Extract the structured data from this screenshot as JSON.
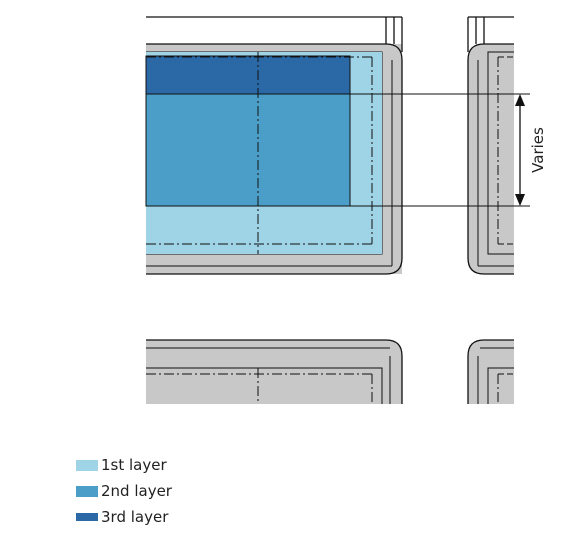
{
  "dimension_label": "Varies",
  "legend": [
    {
      "label": "1st layer",
      "color": "#9fd3e6"
    },
    {
      "label": "2nd layer",
      "color": "#4a9ec8"
    },
    {
      "label": "3rd layer",
      "color": "#2a68a6"
    }
  ],
  "colors": {
    "tray": "#c8c8c8",
    "line": "#111111"
  }
}
